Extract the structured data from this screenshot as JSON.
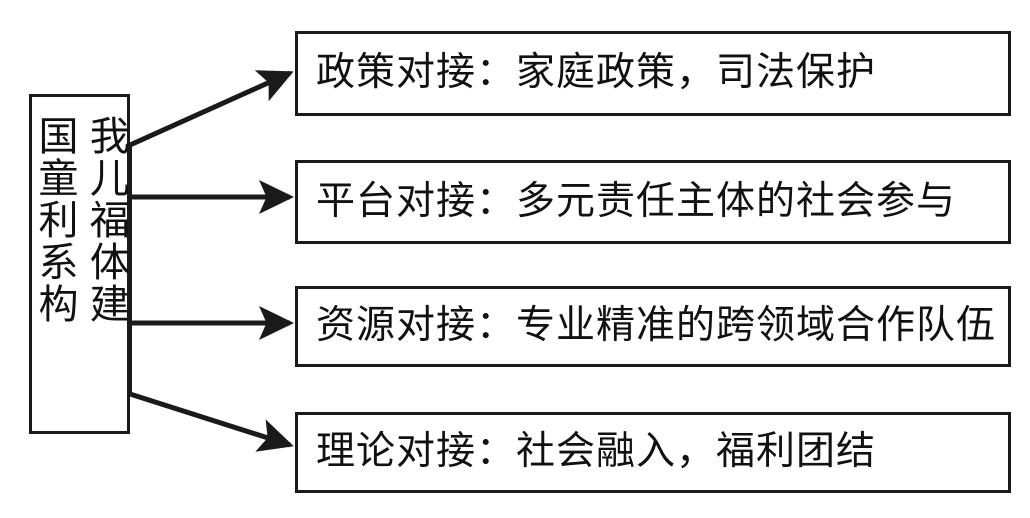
{
  "diagram": {
    "type": "flow-tree",
    "orientation": "left-to-right",
    "title_implied": "我国儿童福利体系建构",
    "root": {
      "name": "root-node",
      "full_text": "我国儿童福利体系建构",
      "writing_mode": "vertical-rl",
      "columns": [
        "我儿福体建",
        "国童利系构"
      ]
    },
    "branches": [
      {
        "id": "policy",
        "label": "政策对接：家庭政策，司法保护",
        "connector": "diagonal-up-arrow"
      },
      {
        "id": "platform",
        "label": "平台对接：多元责任主体的社会参与",
        "connector": "horizontal-arrow"
      },
      {
        "id": "resource",
        "label": "资源对接：专业精准的跨领域合作队伍",
        "connector": "horizontal-arrow"
      },
      {
        "id": "theory",
        "label": "理论对接：社会融入，福利团结",
        "connector": "diagonal-down-arrow"
      }
    ],
    "colors": {
      "stroke": "#1a1a1a",
      "text": "#111111",
      "background": "#ffffff"
    }
  }
}
